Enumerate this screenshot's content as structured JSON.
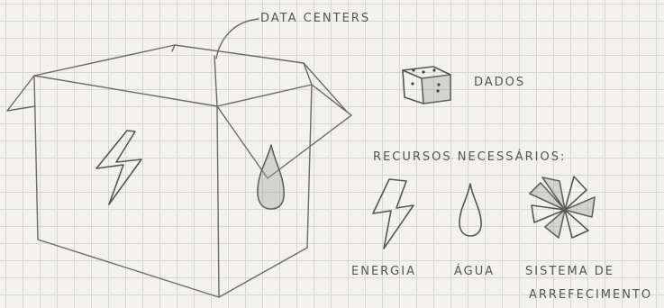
{
  "callout": {
    "label": "DATA CENTERS"
  },
  "legend": {
    "dice_label": "DADOS"
  },
  "resources": {
    "title": "RECURSOS NECESSÁRIOS:",
    "items": [
      {
        "label": "ENERGIA",
        "icon": "lightning-icon"
      },
      {
        "label": "ÁGUA",
        "icon": "water-drop-icon"
      },
      {
        "label_line1": "SISTEMA DE",
        "label_line2": "ARREFECIMENTO",
        "icon": "fan-icon"
      }
    ]
  }
}
